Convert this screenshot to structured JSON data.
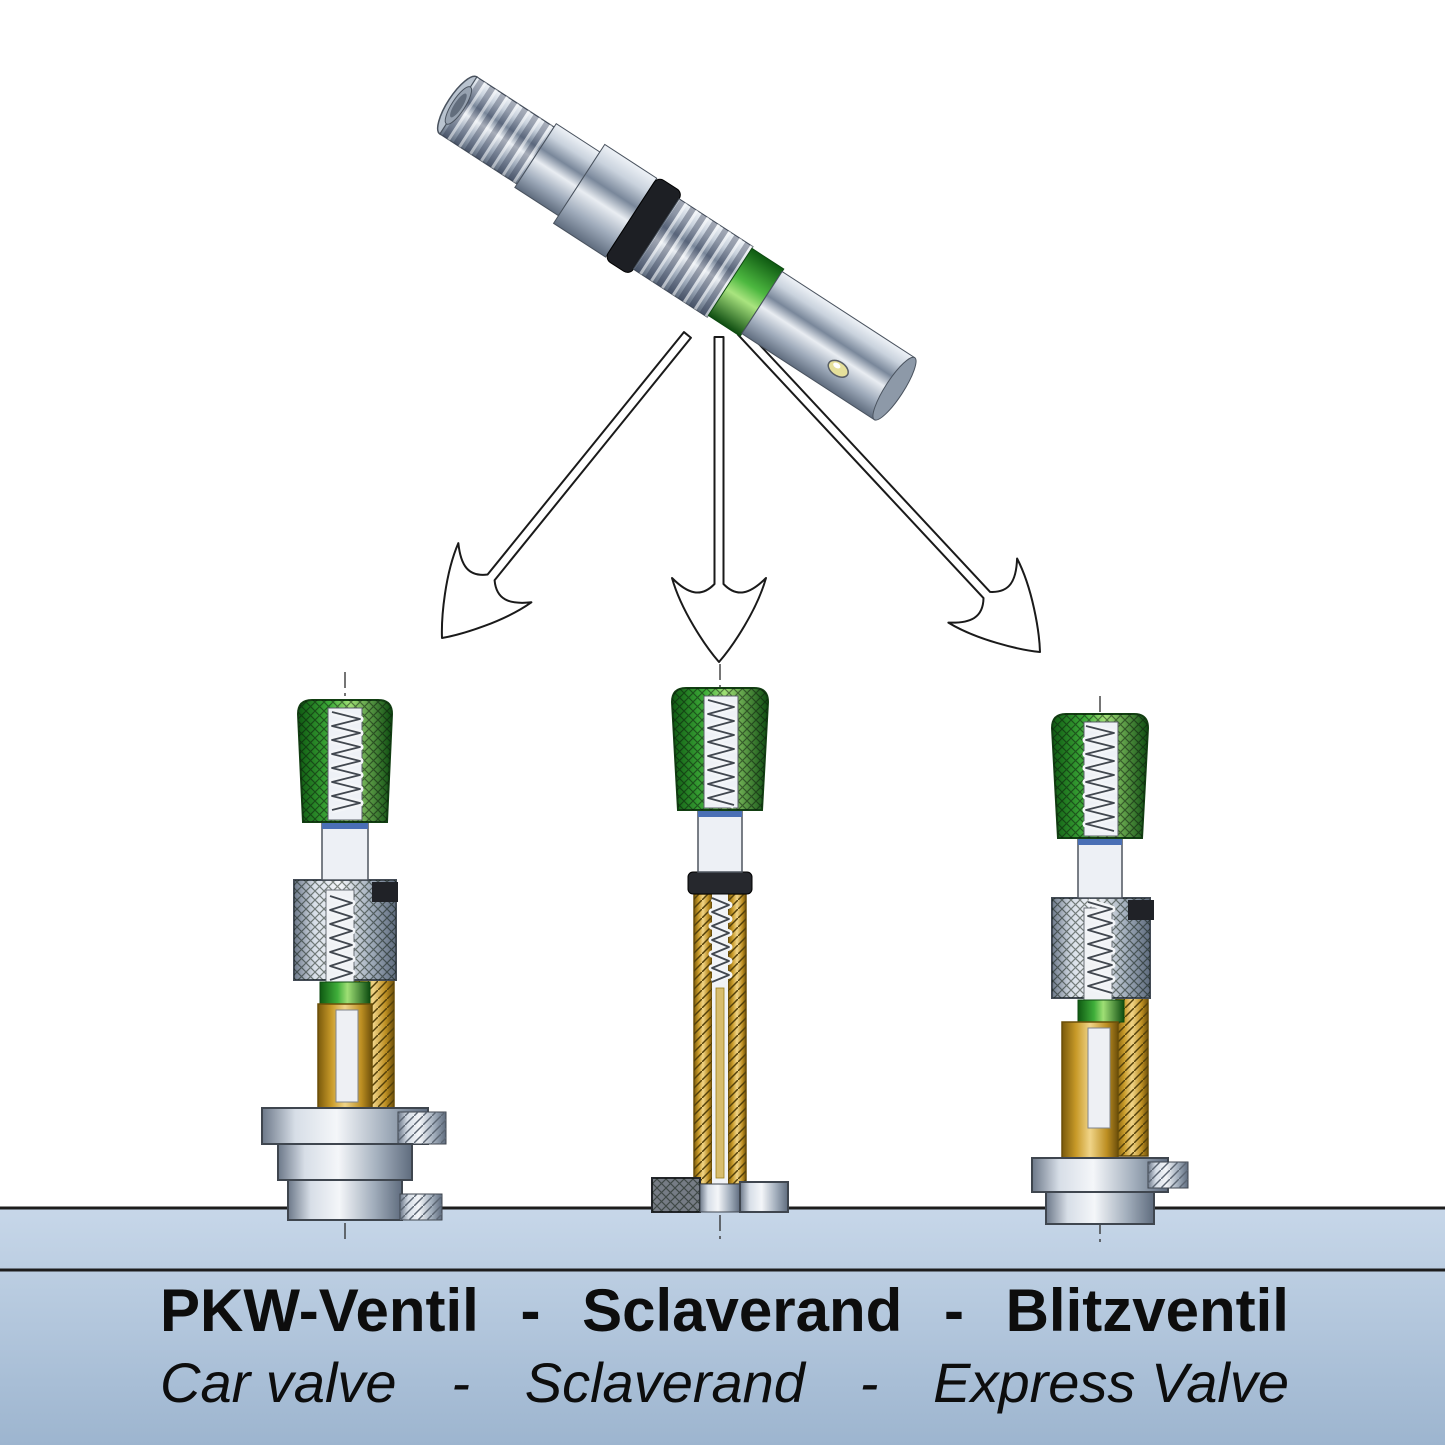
{
  "captions": {
    "german": {
      "items": [
        "PKW-Ventil",
        "-",
        "Sclaverand",
        "-",
        "Blitzventil"
      ]
    },
    "english": {
      "items": [
        "Car valve",
        "-",
        "Sclaverand",
        "-",
        "Express Valve"
      ]
    }
  },
  "colors": {
    "cap_green": "#2f9e2f",
    "adapter_green_band": "#2f9e2f",
    "brass_body": "#c99a28",
    "metal_silver": "#aab6c4",
    "oring_black": "#1d1f24",
    "floor_blue": "#b6c9de"
  }
}
